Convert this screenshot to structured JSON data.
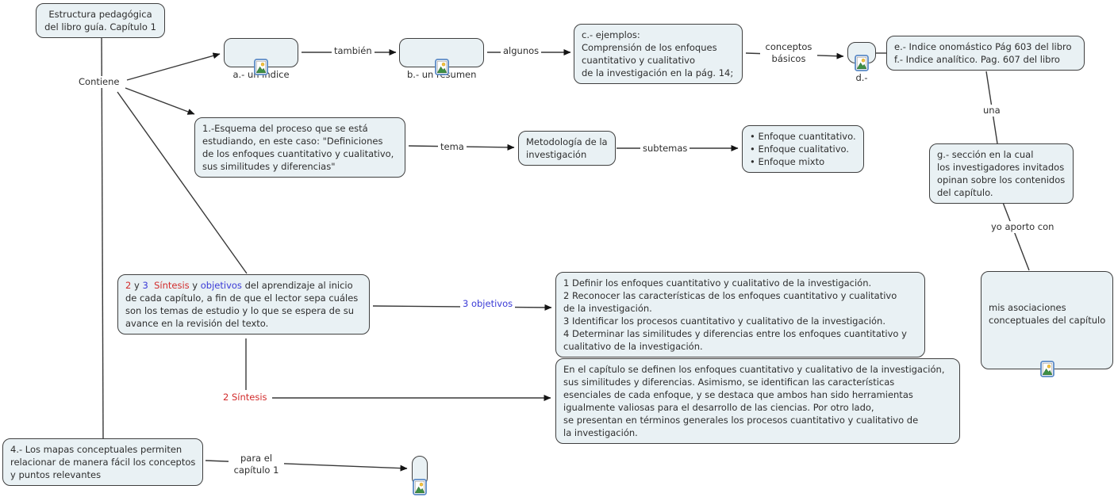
{
  "palette": {
    "node_fill": "#e9f1f4",
    "node_border": "#3f3f3f",
    "line": "#383838",
    "red": "#d22b2b",
    "blue": "#3a3ad6",
    "icon_frame": "#5b8ac6"
  },
  "nodes": {
    "estructura": {
      "text": "Estructura pedagógica\ndel libro guía. Capítulo 1"
    },
    "indice": {
      "text": "a.- un índice",
      "icon": "image-resource"
    },
    "resumen": {
      "text": "b.- un resumen",
      "icon": "image-resource"
    },
    "ejemplos": {
      "text": "c.- ejemplos:\nComprensión de los enfoques\ncuantitativo y cualitativo\nde la investigación en la pág. 14;"
    },
    "d": {
      "text": "d.-",
      "icon": "image-resource"
    },
    "indices_libro": {
      "text": "e.- Indice onomástico Pág 603 del libro\nf.- Indice analítico. Pag. 607 del libro"
    },
    "esquema": {
      "text": "1.-Esquema del proceso que se está\nestudiando, en este caso: \"Definiciones\nde los enfoques cuantitativo y cualitativo,\nsus similitudes y diferencias\""
    },
    "metodologia": {
      "text": "Metodología de la\ninvestigación"
    },
    "enfoques": {
      "text": "• Enfoque cuantitativo.\n• Enfoque cualitativo.\n• Enfoque mixto"
    },
    "seccion_g": {
      "text": "g.- sección en la cual\nlos investigadores invitados\nopinan sobre los contenidos\ndel capítulo."
    },
    "asociaciones": {
      "text": "mis asociaciones\nconceptuales del capítulo",
      "icon": "image-resource"
    },
    "sintesis_objetivos": {
      "segments": [
        {
          "text": "2",
          "color": "#d22b2b"
        },
        {
          "text": " y ",
          "color": "#2e2e2e"
        },
        {
          "text": "3",
          "color": "#3a3ad6"
        },
        {
          "text": "  ",
          "color": "#2e2e2e"
        },
        {
          "text": "Síntesis",
          "color": "#d22b2b"
        },
        {
          "text": " y ",
          "color": "#2e2e2e"
        },
        {
          "text": "objetivos",
          "color": "#3a3ad6"
        },
        {
          "text": " del aprendizaje al inicio\nde cada capítulo, a fin de que el lector sepa cuáles\nson los temas de estudio y lo que se espera de su\navance en la revisión del texto.",
          "color": "#2e2e2e"
        }
      ]
    },
    "objetivos": {
      "text": "1 Definir los enfoques cuantitativo y cualitativo de la investigación.\n2 Reconocer las características de los enfoques cuantitativo y cualitativo\nde la investigación.\n3 Identificar los procesos cuantitativo y cualitativo de la investigación.\n4 Determinar las similitudes y diferencias entre los enfoques cuantitativo y\ncualitativo de la investigación."
    },
    "sintesis": {
      "text": "En el capítulo se definen los enfoques cuantitativo y cualitativo de la investigación,\nsus similitudes y diferencias. Asimismo, se identifican las características\nesenciales de cada enfoque, y se destaca que ambos han sido herramientas\nigualmente valiosas para el desarrollo de las ciencias. Por otro lado,\nse presentan en términos generales los procesos cuantitativo y cualitativo de\nla investigación."
    },
    "mapas": {
      "text": "4.- Los mapas conceptuales permiten\nrelacionar de manera fácil los conceptos\ny puntos relevantes"
    },
    "recurso_capitulo1": {
      "text": "",
      "icon": "image-resource"
    }
  },
  "labels": {
    "contiene": "Contiene",
    "tambien": "también",
    "algunos": "algunos",
    "conceptos_basicos": "conceptos\nbásicos",
    "una": "una",
    "yo_aporto": "yo aporto con",
    "tema": "tema",
    "subtemas": "subtemas",
    "tres_objetivos": {
      "text": "3 objetivos",
      "color": "#3a3ad6"
    },
    "dos_sintesis": {
      "text": "2 Síntesis",
      "color": "#d22b2b"
    },
    "para_el": "para el\ncapítulo 1"
  }
}
